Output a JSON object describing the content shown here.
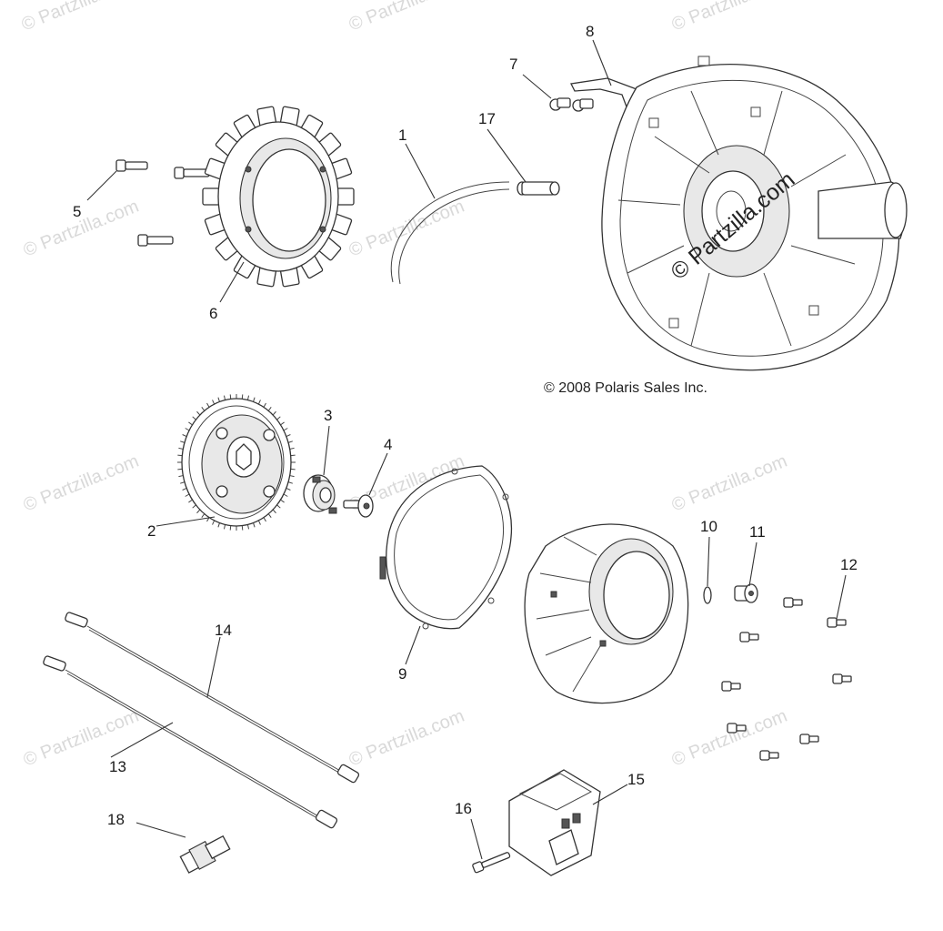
{
  "watermark_text": "© Partzilla.com",
  "copyright": "© 2008 Polaris Sales Inc.",
  "callouts": [
    {
      "id": "1",
      "label": "1"
    },
    {
      "id": "2",
      "label": "2"
    },
    {
      "id": "3",
      "label": "3"
    },
    {
      "id": "4",
      "label": "4"
    },
    {
      "id": "5",
      "label": "5"
    },
    {
      "id": "6",
      "label": "6"
    },
    {
      "id": "7",
      "label": "7"
    },
    {
      "id": "8",
      "label": "8"
    },
    {
      "id": "9",
      "label": "9"
    },
    {
      "id": "10",
      "label": "10"
    },
    {
      "id": "11",
      "label": "11"
    },
    {
      "id": "12",
      "label": "12"
    },
    {
      "id": "13",
      "label": "13"
    },
    {
      "id": "14",
      "label": "14"
    },
    {
      "id": "15",
      "label": "15"
    },
    {
      "id": "16",
      "label": "16"
    },
    {
      "id": "17",
      "label": "17"
    },
    {
      "id": "18",
      "label": "18"
    }
  ],
  "colors": {
    "background": "#ffffff",
    "line": "#333333",
    "watermark": "#d9d9d9"
  }
}
